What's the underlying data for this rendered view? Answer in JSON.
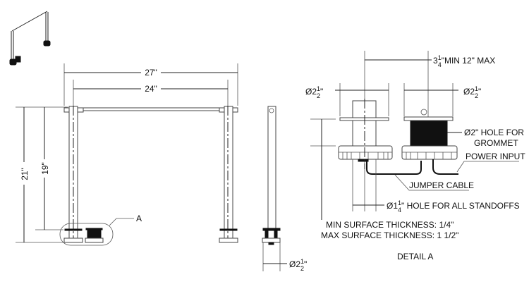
{
  "drawing": {
    "overall_width": "27\"",
    "inner_width": "24\"",
    "overall_height": "21\"",
    "surface_height": "19\"",
    "detail_callout": "A",
    "side_diameter": {
      "prefix": "Ø2",
      "num": "1",
      "den": "2",
      "suffix": "\""
    }
  },
  "detail_a": {
    "title": "DETAIL A",
    "spacing": {
      "prefix": "3",
      "num": "1",
      "den": "4",
      "suffix": "\"MIN  12\" MAX"
    },
    "left_diameter": {
      "prefix": "Ø2",
      "num": "1",
      "den": "2",
      "suffix": "\""
    },
    "right_diameter": {
      "prefix": "Ø2",
      "num": "1",
      "den": "2",
      "suffix": "\""
    },
    "grommet_hole": [
      "Ø2\" HOLE FOR",
      "GROMMET"
    ],
    "power_input": "POWER INPUT",
    "jumper_cable": "JUMPER CABLE",
    "standoff_hole": {
      "prefix": "Ø1",
      "num": "1",
      "den": "4",
      "suffix": "\" HOLE FOR ALL STANDOFFS"
    },
    "min_thickness": "MIN SURFACE THICKNESS: 1/4\"",
    "max_thickness": "MAX SURFACE THICKNESS: 1 1/2\""
  }
}
